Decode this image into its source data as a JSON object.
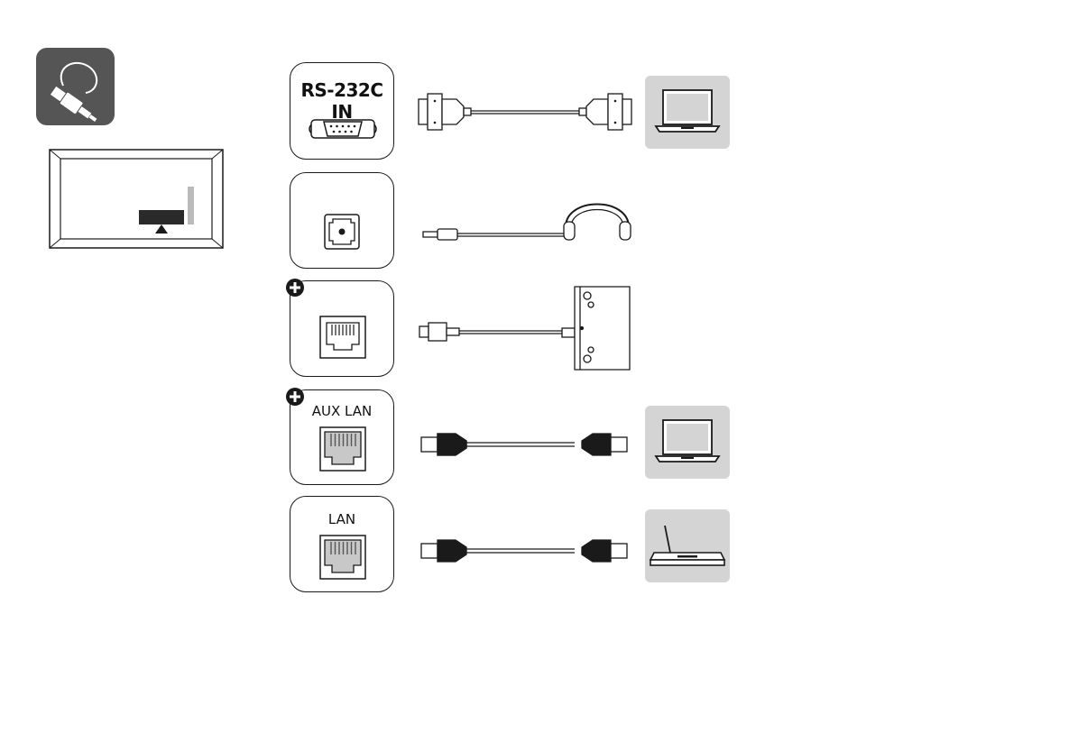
{
  "ports": [
    {
      "id": "rs232c",
      "title": "RS-232C IN",
      "subtitle": "(CONTROL&SERVICE)"
    },
    {
      "id": "headphone",
      "title": "",
      "subtitle": ""
    },
    {
      "id": "ir-sensor",
      "title": "",
      "subtitle": ""
    },
    {
      "id": "aux-lan",
      "title": "AUX LAN",
      "subtitle": ""
    },
    {
      "id": "lan",
      "title": "LAN",
      "subtitle": ""
    }
  ],
  "devices": [
    "laptop-icon",
    "headphones-icon",
    "sensor-module-icon",
    "laptop-icon",
    "router-icon"
  ],
  "colors": {
    "stroke": "#1a1a1a",
    "device_bg": "#d4d4d4",
    "icon_bg": "#555555",
    "screen_bar": "#2a2a2a",
    "optional_badge": "#1a1a1a"
  }
}
